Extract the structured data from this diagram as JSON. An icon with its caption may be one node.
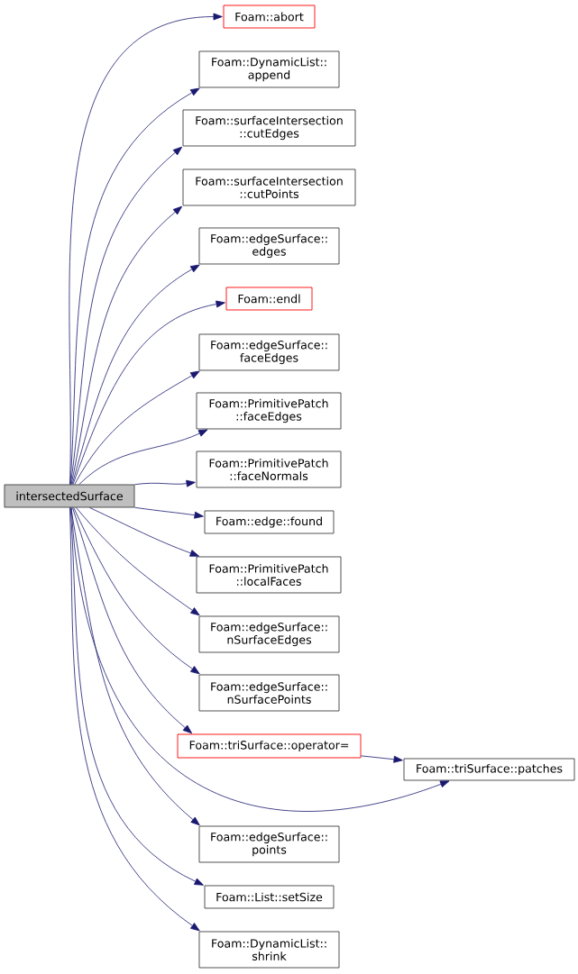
{
  "diagram": {
    "nodes": [
      {
        "text": [
          "intersectedSurface"
        ]
      },
      {
        "text": [
          "Foam::abort"
        ]
      },
      {
        "text": [
          "Foam::DynamicList:: append"
        ]
      },
      {
        "text": [
          "Foam::surfaceIntersection ::cutEdges"
        ]
      },
      {
        "text": [
          "Foam::surfaceIntersection ::cutPoints"
        ]
      },
      {
        "text": [
          "Foam::edgeSurface:: edges"
        ]
      },
      {
        "text": [
          "Foam::endl"
        ]
      },
      {
        "text": [
          "Foam::edgeSurface:: faceEdges"
        ]
      },
      {
        "text": [
          "Foam::PrimitivePatch ::faceEdges"
        ]
      },
      {
        "text": [
          "Foam::PrimitivePatch ::faceNormals"
        ]
      },
      {
        "text": [
          "Foam::edge::found"
        ]
      },
      {
        "text": [
          "Foam::PrimitivePatch ::localFaces"
        ]
      },
      {
        "text": [
          "Foam::edgeSurface:: nSurfaceEdges"
        ]
      },
      {
        "text": [
          "Foam::edgeSurface:: nSurfacePoints"
        ]
      },
      {
        "text": [
          "Foam::triSurface::operator="
        ]
      },
      {
        "text": [
          "Foam::triSurface::patches"
        ]
      },
      {
        "text": [
          "Foam::edgeSurface:: points"
        ]
      },
      {
        "text": [
          "Foam::List::setSize"
        ]
      },
      {
        "text": [
          "Foam::DynamicList:: shrink"
        ]
      }
    ],
    "edges": [
      {
        "from": 0,
        "to": 1,
        "arrow": "to"
      },
      {
        "from": 0,
        "to": 2,
        "arrow": "to"
      },
      {
        "from": 0,
        "to": 3,
        "arrow": "to"
      },
      {
        "from": 0,
        "to": 4,
        "arrow": "to"
      },
      {
        "from": 0,
        "to": 5,
        "arrow": "to"
      },
      {
        "from": 0,
        "to": 6,
        "arrow": "to"
      },
      {
        "from": 0,
        "to": 7,
        "arrow": "to"
      },
      {
        "from": 0,
        "to": 8,
        "arrow": "to"
      },
      {
        "from": 0,
        "to": 9,
        "arrow": "to"
      },
      {
        "from": 0,
        "to": 10,
        "arrow": "to"
      },
      {
        "from": 0,
        "to": 11,
        "arrow": "to"
      },
      {
        "from": 0,
        "to": 12,
        "arrow": "to"
      },
      {
        "from": 0,
        "to": 13,
        "arrow": "to"
      },
      {
        "from": 0,
        "to": 14,
        "arrow": "to"
      },
      {
        "from": 0,
        "to": 15,
        "arrow": "to"
      },
      {
        "from": 0,
        "to": 16,
        "arrow": "to"
      },
      {
        "from": 0,
        "to": 17,
        "arrow": "to"
      },
      {
        "from": 0,
        "to": 18,
        "arrow": "to"
      },
      {
        "from": 14,
        "to": 15,
        "arrow": "to"
      }
    ]
  }
}
